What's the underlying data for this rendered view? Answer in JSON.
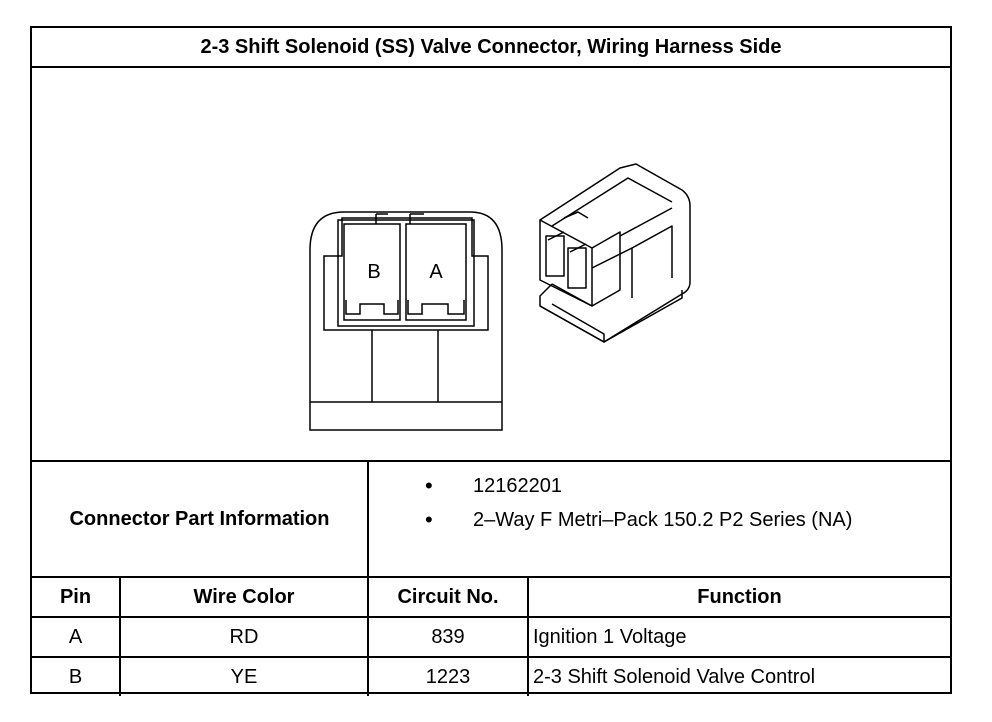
{
  "title": "2-3 Shift Solenoid (SS) Valve Connector, Wiring Harness Side",
  "diagram": {
    "terminal_labels": [
      "B",
      "A"
    ]
  },
  "connector_info": {
    "label": "Connector Part Information",
    "items": [
      "12162201",
      "2–Way F Metri–Pack 150.2 P2 Series (NA)"
    ]
  },
  "pin_table": {
    "headers": [
      "Pin",
      "Wire Color",
      "Circuit No.",
      "Function"
    ],
    "rows": [
      [
        "A",
        "RD",
        "839",
        "Ignition 1 Voltage"
      ],
      [
        "B",
        "YE",
        "1223",
        "2-3 Shift Solenoid Valve Control"
      ]
    ]
  }
}
